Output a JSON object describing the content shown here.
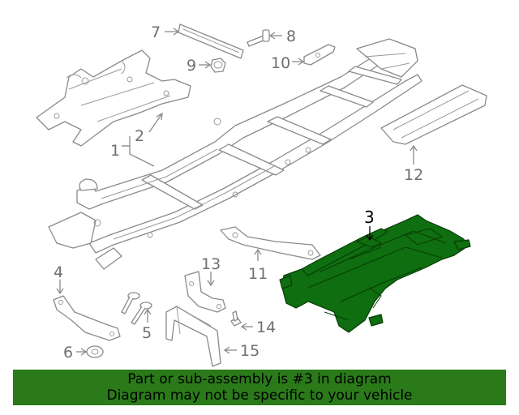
{
  "callouts": {
    "c1": "1",
    "c2": "2",
    "c3": "3",
    "c4": "4",
    "c5": "5",
    "c6": "6",
    "c7": "7",
    "c8": "8",
    "c9": "9",
    "c10": "10",
    "c11": "11",
    "c12": "12",
    "c13": "13",
    "c14": "14",
    "c15": "15"
  },
  "banner": {
    "line1": "Part or sub-assembly is #3 in diagram",
    "line2": "Diagram may not be specific to your vehicle"
  },
  "colors": {
    "highlight": "#0f6e0f",
    "banner_bg": "#2a7a1a",
    "line": "#8a8a8a"
  },
  "highlighted_part": "3"
}
